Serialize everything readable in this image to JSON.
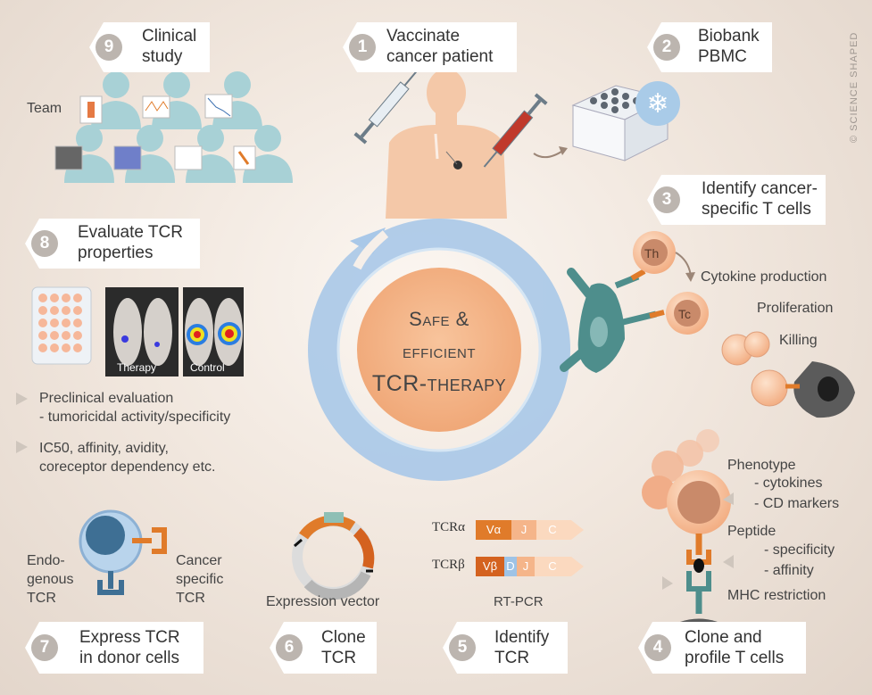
{
  "center": {
    "line1": "Safe &",
    "line2": "efficient",
    "line3": "TCR-therapy"
  },
  "steps": [
    {
      "num": "1",
      "line1": "Vaccinate",
      "line2": "cancer patient"
    },
    {
      "num": "2",
      "line1": "Biobank",
      "line2": "PBMC"
    },
    {
      "num": "3",
      "line1": "Identify cancer-",
      "line2": "specific T cells"
    },
    {
      "num": "4",
      "line1": "Clone and",
      "line2": "profile T cells"
    },
    {
      "num": "5",
      "line1": "Identify",
      "line2": "TCR"
    },
    {
      "num": "6",
      "line1": "Clone",
      "line2": "TCR"
    },
    {
      "num": "7",
      "line1": "Express TCR",
      "line2": "in donor cells"
    },
    {
      "num": "8",
      "line1": "Evaluate TCR",
      "line2": "properties"
    },
    {
      "num": "9",
      "line1": "Clinical",
      "line2": "study"
    }
  ],
  "team_label": "Team",
  "step3": {
    "th": "Th",
    "tc": "Tc",
    "cytokine": "Cytokine production",
    "proliferation": "Proliferation",
    "killing": "Killing"
  },
  "step4": {
    "phenotype": "Phenotype",
    "cytokines": "- cytokines",
    "cd_markers": "- CD markers",
    "peptide": "Peptide",
    "specificity": "- specificity",
    "affinity": "- affinity",
    "mhc": "MHC restriction"
  },
  "step5": {
    "tcra": "TCRα",
    "tcrb": "TCRβ",
    "method": "RT-PCR",
    "alpha_segments": [
      "Vα",
      "J",
      "C"
    ],
    "beta_segments": [
      "Vβ",
      "D",
      "J",
      "C"
    ]
  },
  "step6": {
    "label": "Expression vector"
  },
  "step7": {
    "endo1": "Endo-",
    "endo2": "genous",
    "endo3": "TCR",
    "cancer1": "Cancer",
    "cancer2": "specific",
    "cancer3": "TCR"
  },
  "step8": {
    "therapy": "Therapy",
    "control": "Control",
    "bullet1_line1": "Preclinical evaluation",
    "bullet1_line2": "- tumoricidal activity/specificity",
    "bullet2_line1": "IC50, affinity, avidity,",
    "bullet2_line2": "coreceptor dependency etc."
  },
  "copyright": "© SCIENCE SHAPED",
  "colors": {
    "orange": "#e07b2a",
    "peach": "#f2a877",
    "blue_ring": "#a9c8e8",
    "teal": "#4d8c8a",
    "gray_num": "#bcb5af",
    "cell_brown": "#c98a6a"
  }
}
